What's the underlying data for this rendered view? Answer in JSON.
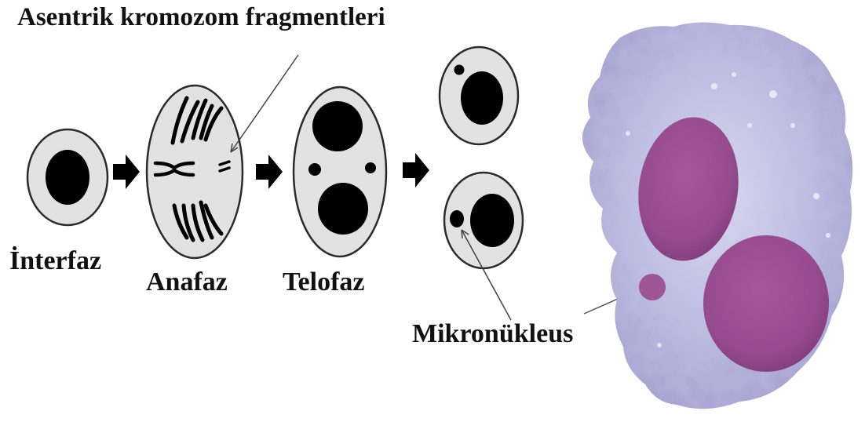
{
  "diagram": {
    "title": "Asentrik kromozom fragmentleri",
    "stages": [
      {
        "label": "İnterfaz"
      },
      {
        "label": "Anafaz"
      },
      {
        "label": "Telofaz"
      }
    ],
    "micronucleus_label": "Mikronükleus"
  },
  "colors": {
    "cell_fill": "#e2e2e2",
    "outline": "#2b2b2b",
    "nucleus": "#000000",
    "arrow": "#000000",
    "cytoplasm": "#a9a8d3",
    "cytoplasm_light": "#c9c8e6",
    "stained_nucleus": "#9b4f92",
    "stained_nucleus_dark": "#7d3777"
  },
  "icons": {
    "phase_arrow": "right-block-arrow"
  }
}
